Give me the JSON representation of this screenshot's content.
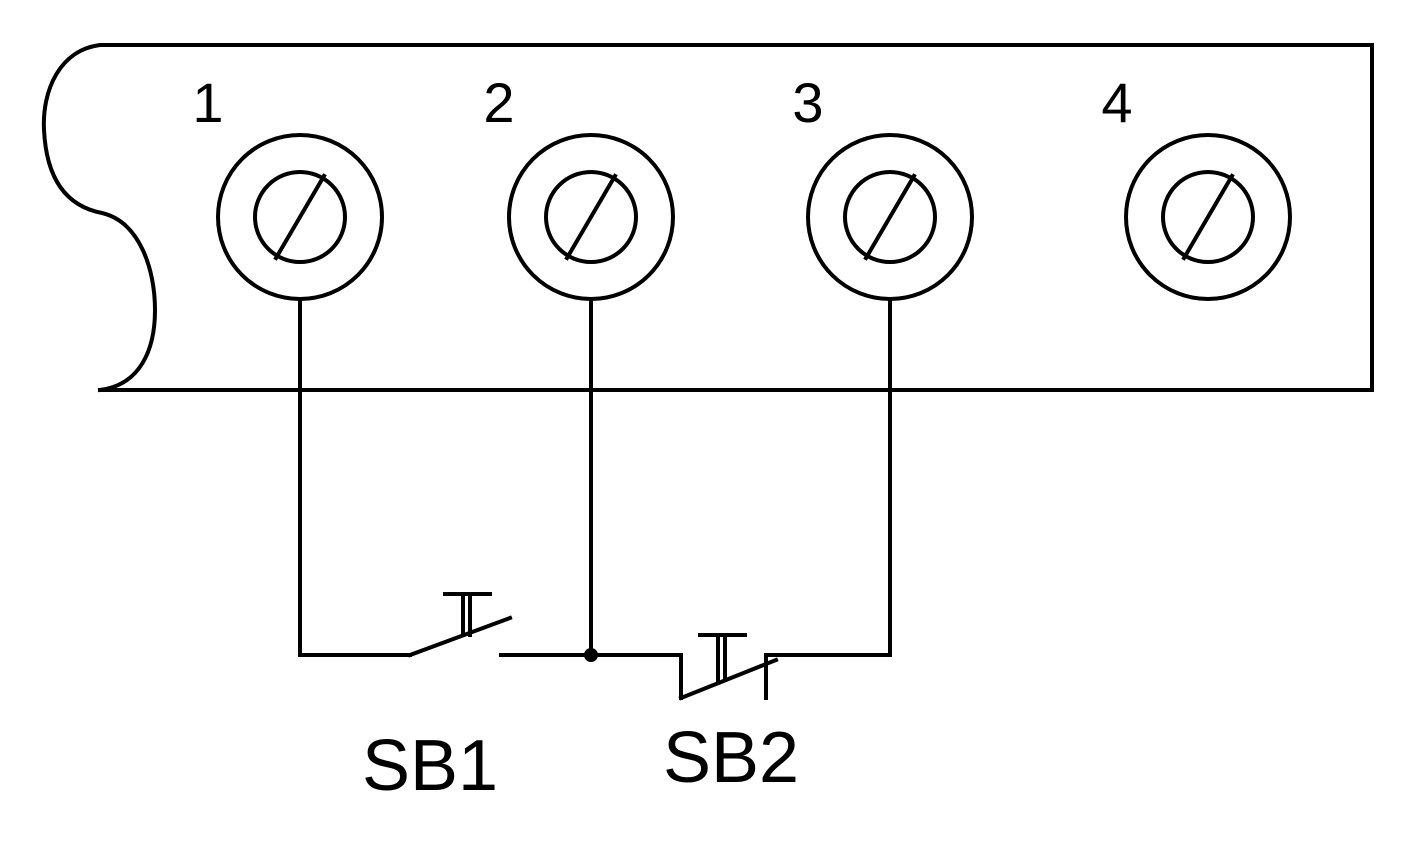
{
  "terminals": [
    {
      "label": "1"
    },
    {
      "label": "2"
    },
    {
      "label": "3"
    },
    {
      "label": "4"
    }
  ],
  "switches": [
    {
      "label": "SB1",
      "type": "normally-open push button"
    },
    {
      "label": "SB2",
      "type": "normally-closed push button"
    }
  ],
  "colors": {
    "line": "#000000",
    "background": "#ffffff"
  }
}
